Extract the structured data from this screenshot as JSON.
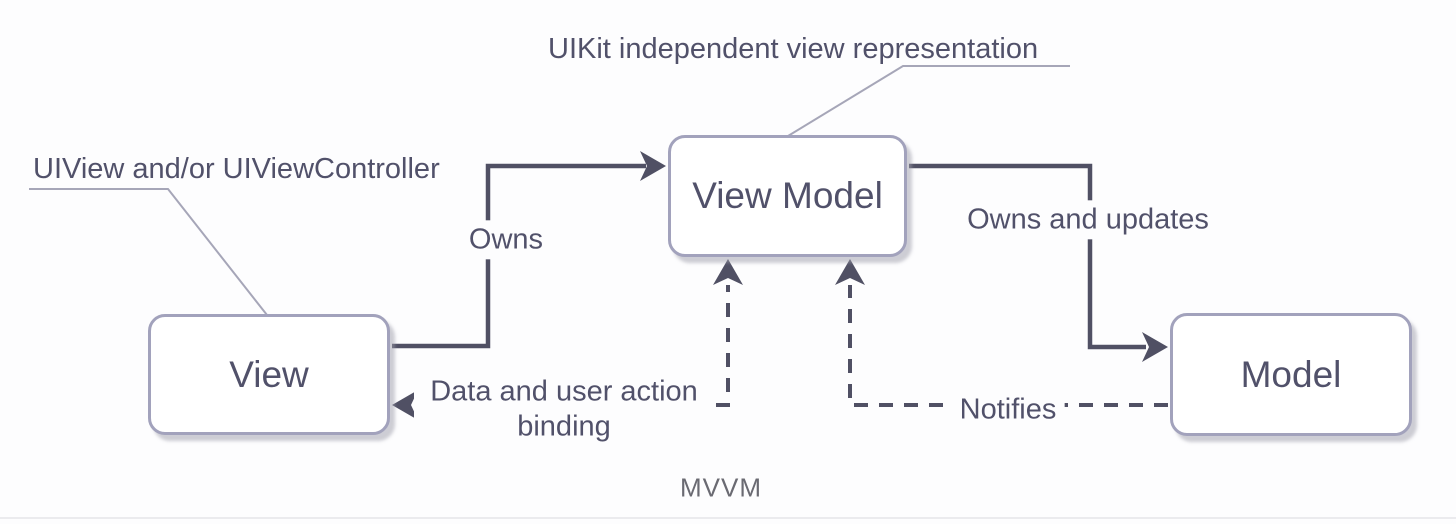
{
  "diagram": {
    "caption": "MVVM",
    "colors": {
      "node_border": "#a2a2bc",
      "node_fill": "#ffffff",
      "node_text": "#51516a",
      "edge_color": "#505064",
      "callout_line": "#a6a6b8",
      "caption_text": "#6a6a72",
      "background": "#fdfdfe"
    },
    "nodes": [
      {
        "id": "view",
        "label": "View"
      },
      {
        "id": "view_model",
        "label": "View Model"
      },
      {
        "id": "model",
        "label": "Model"
      }
    ],
    "callouts": [
      {
        "target": "view",
        "text": "UIView and/or UIViewController"
      },
      {
        "target": "view_model",
        "text": "UIKit independent view representation"
      }
    ],
    "edges": [
      {
        "from": "view",
        "to": "view_model",
        "style": "solid",
        "label": "Owns"
      },
      {
        "from": "view_model",
        "to": "model",
        "style": "solid",
        "label": "Owns and updates"
      },
      {
        "from": "view_model",
        "to": "view",
        "style": "dashed",
        "label": "Data and user action binding"
      },
      {
        "from": "model",
        "to": "view_model",
        "style": "dashed",
        "label": "Notifies"
      }
    ]
  }
}
